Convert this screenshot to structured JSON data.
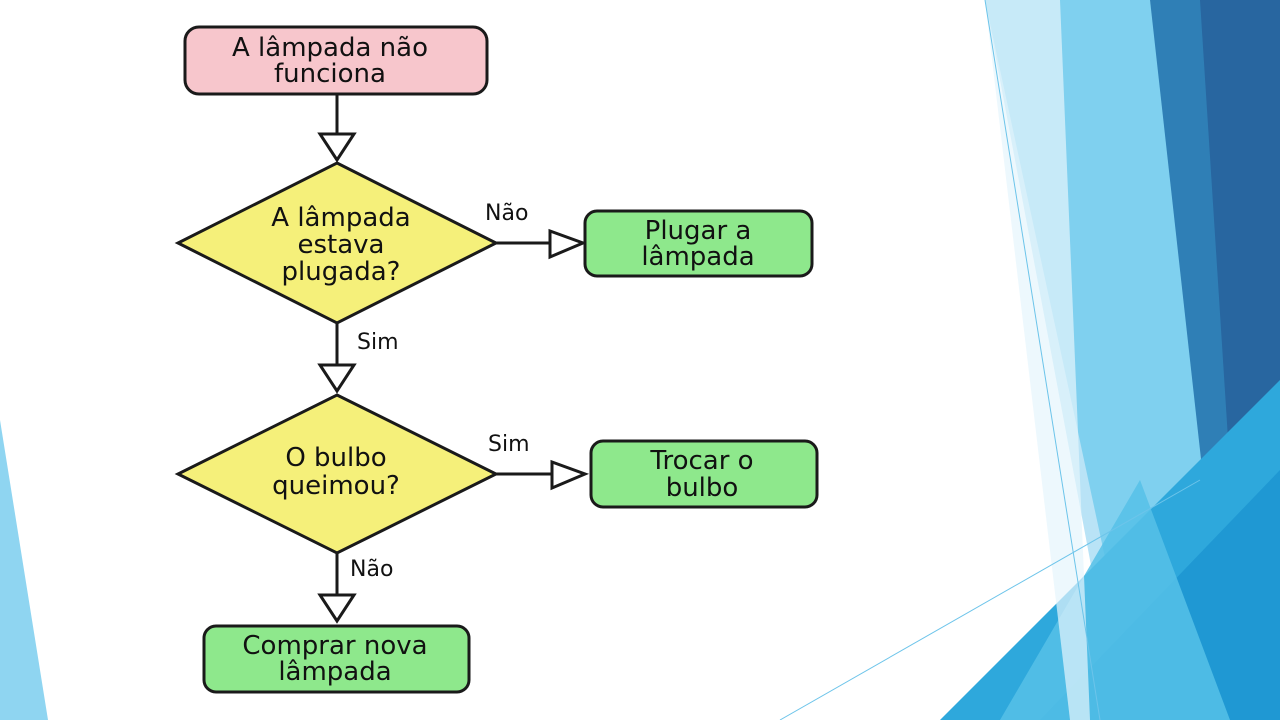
{
  "theme": {
    "start_fill": "#f7c6cc",
    "decision_fill": "#f5f07a",
    "action_fill": "#8ee88c",
    "stroke": "#1a1a1a"
  },
  "nodes": {
    "start": {
      "line1": "A lâmpada não",
      "line2": "funciona"
    },
    "q1": {
      "line1": "A lâmpada",
      "line2": "estava",
      "line3": "plugada?"
    },
    "a1": {
      "line1": "Plugar a",
      "line2": "lâmpada"
    },
    "q2": {
      "line1": "O bulbo",
      "line2": "queimou?"
    },
    "a2": {
      "line1": "Trocar o",
      "line2": "bulbo"
    },
    "a3": {
      "line1": "Comprar nova",
      "line2": "lâmpada"
    }
  },
  "edges": {
    "q1_no": "Não",
    "q1_yes": "Sim",
    "q2_yes": "Sim",
    "q2_no": "Não"
  }
}
